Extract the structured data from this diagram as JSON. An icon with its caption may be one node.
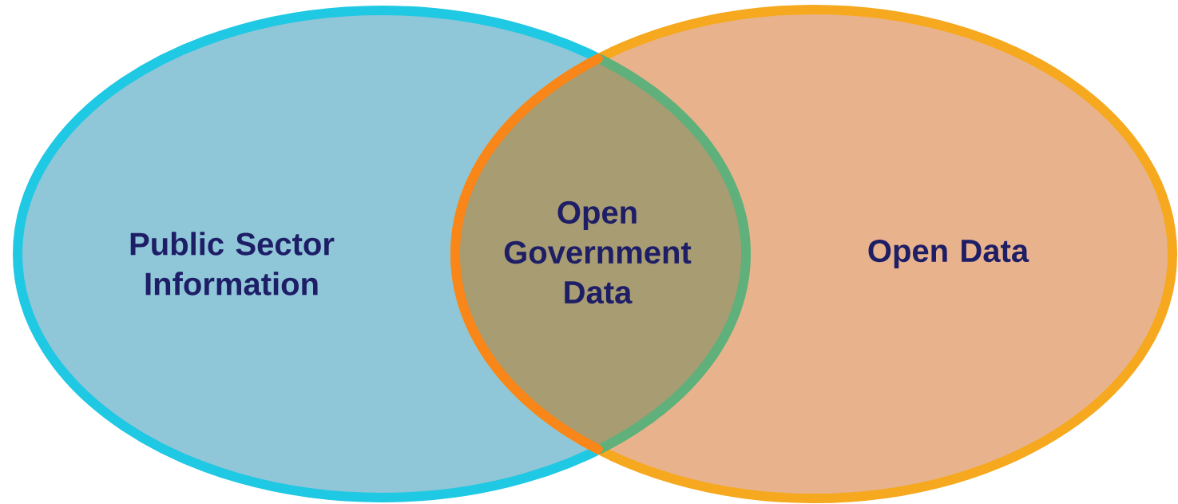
{
  "diagram": {
    "nodes": [
      {
        "text": [
          "Public Sector Information"
        ]
      },
      {
        "text": [
          "Open Government Data"
        ]
      },
      {
        "text": [
          "Open Data"
        ]
      }
    ],
    "edges": []
  }
}
